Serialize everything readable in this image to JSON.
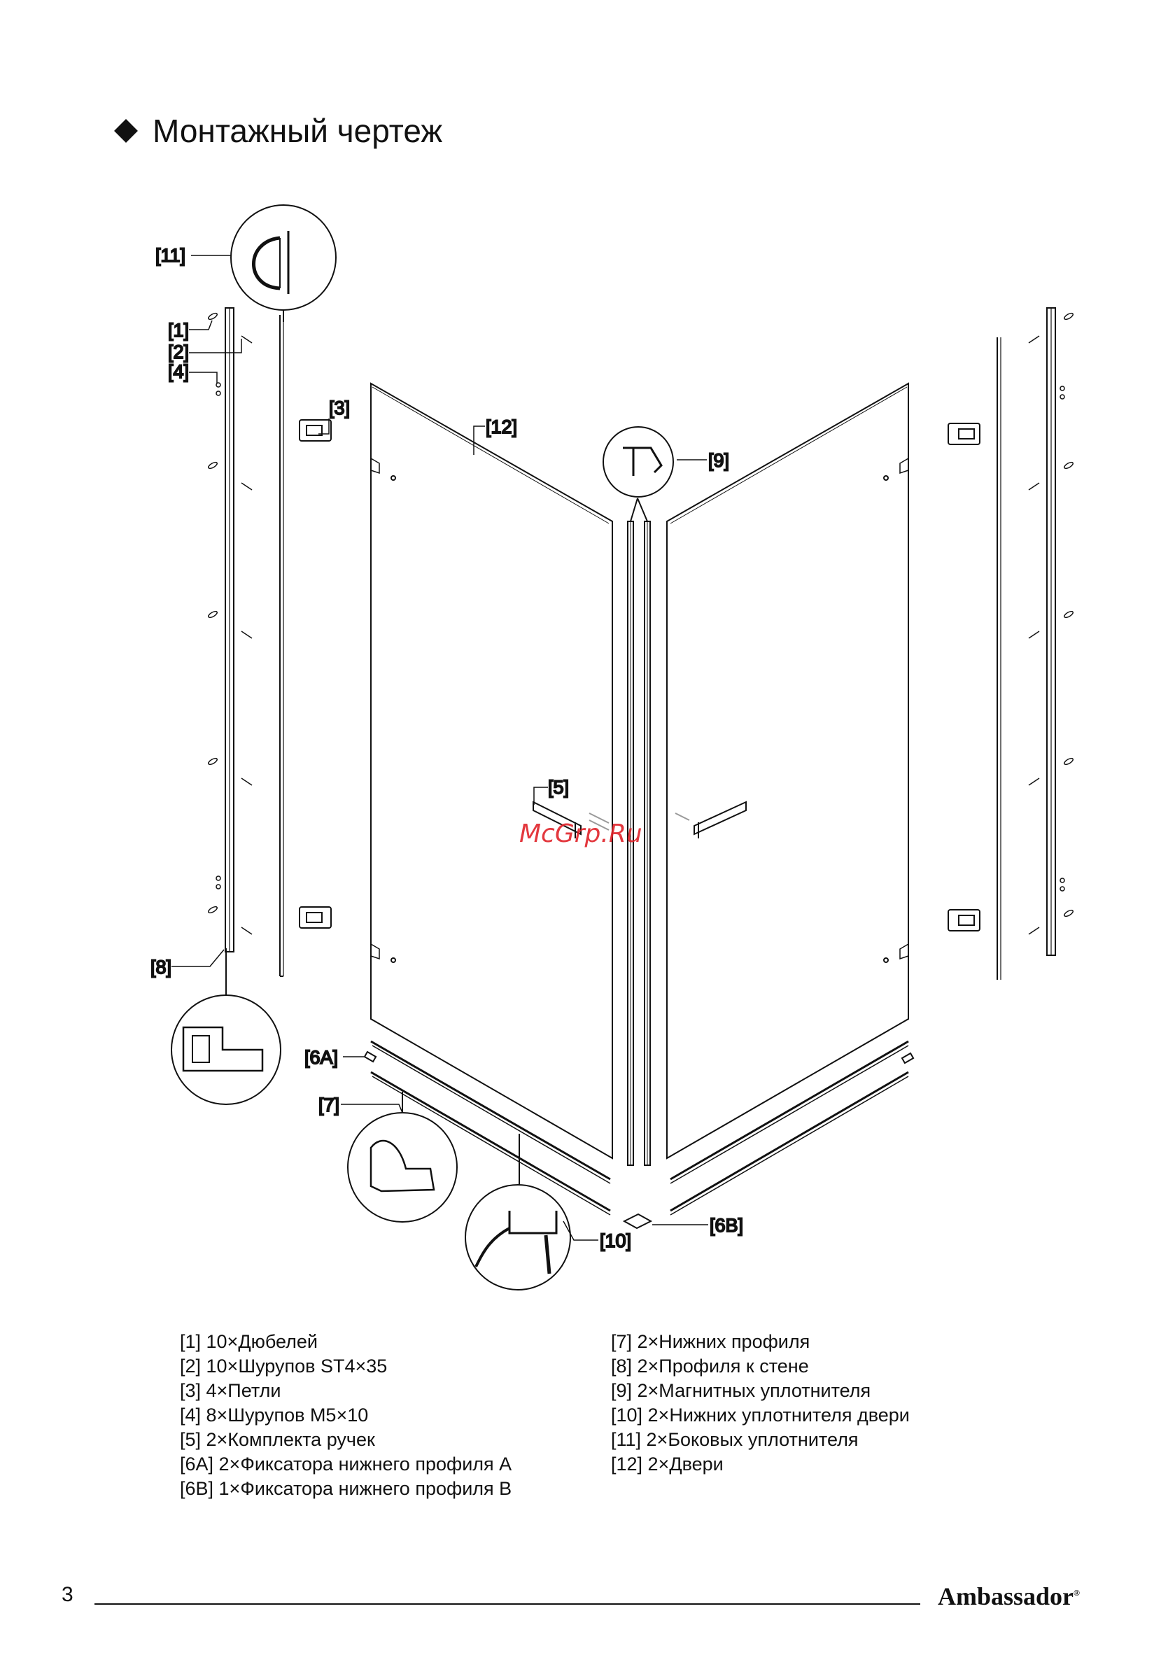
{
  "header": {
    "title": "Монтажный чертеж"
  },
  "callouts": {
    "c1": "[1]",
    "c2": "[2]",
    "c3": "[3]",
    "c4": "[4]",
    "c5": "[5]",
    "c6a": "[6A]",
    "c6b": "[6B]",
    "c7": "[7]",
    "c8": "[8]",
    "c9": "[9]",
    "c10": "[10]",
    "c11": "[11]",
    "c12": "[12]"
  },
  "watermark": "McGrp.Ru",
  "legend": {
    "left": [
      "[1] 10×Дюбелей",
      "[2] 10×Шурупов ST4×35",
      "[3] 4×Петли",
      "[4] 8×Шурупов M5×10",
      "[5] 2×Комплекта ручек",
      "[6A] 2×Фиксатора нижнего профиля A",
      "[6B] 1×Фиксатора нижнего профиля B"
    ],
    "right": [
      "[7] 2×Нижних профиля",
      "[8] 2×Профиля к стене",
      "[9] 2×Магнитных уплотнителя",
      "[10] 2×Нижних уплотнителя двери",
      "[11] 2×Боковых уплотнителя",
      "[12] 2×Двери"
    ]
  },
  "footer": {
    "page": "3",
    "brand": "Ambassador",
    "brand_mark": "®"
  }
}
